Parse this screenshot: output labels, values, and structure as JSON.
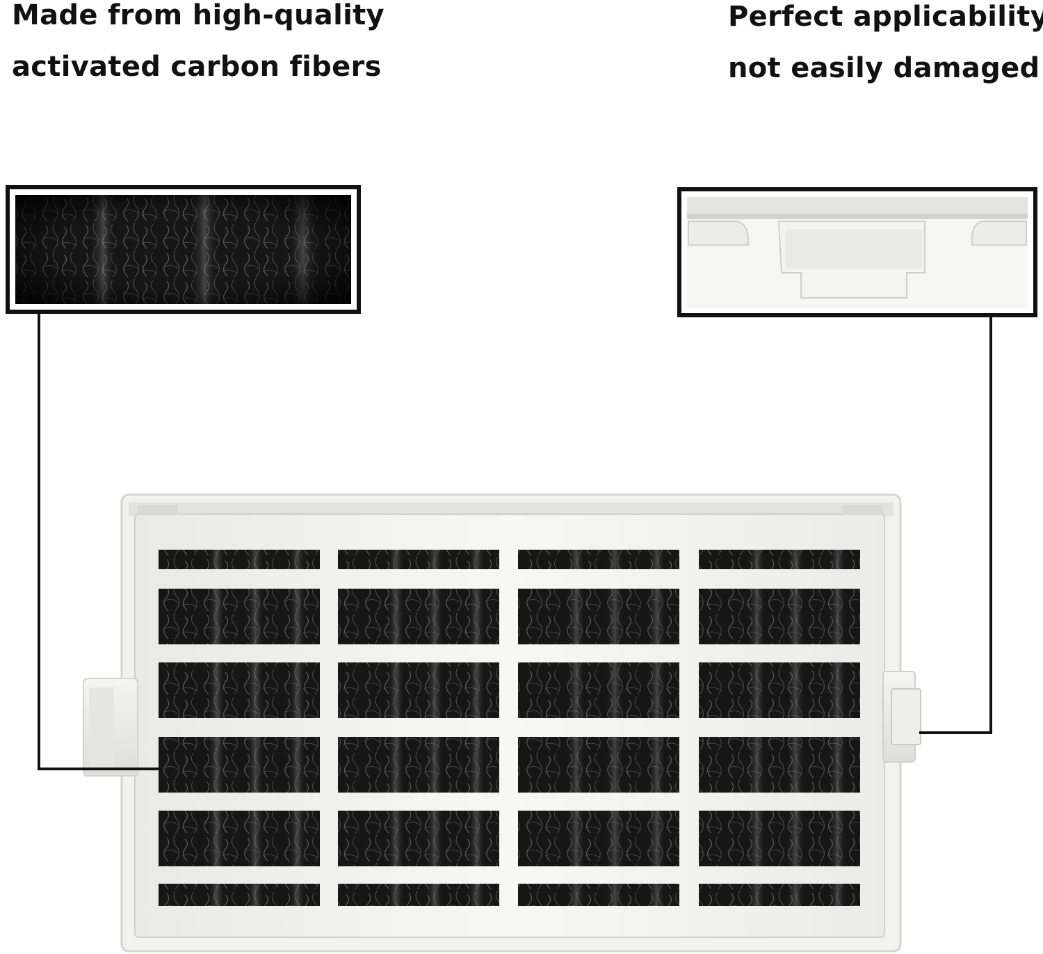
{
  "callouts": {
    "left": {
      "line1": "Made from high-quality",
      "line2": "activated carbon fibers"
    },
    "right": {
      "line1": "Perfect applicability,",
      "line2": "not easily damaged"
    }
  },
  "colors": {
    "background": "#ffffff",
    "text": "#111111",
    "frame": "#f4f4f2",
    "carbon": "#1a1a1a",
    "callout_line": "#111111"
  },
  "filter": {
    "grid_columns": 4,
    "grid_rows": 6
  }
}
